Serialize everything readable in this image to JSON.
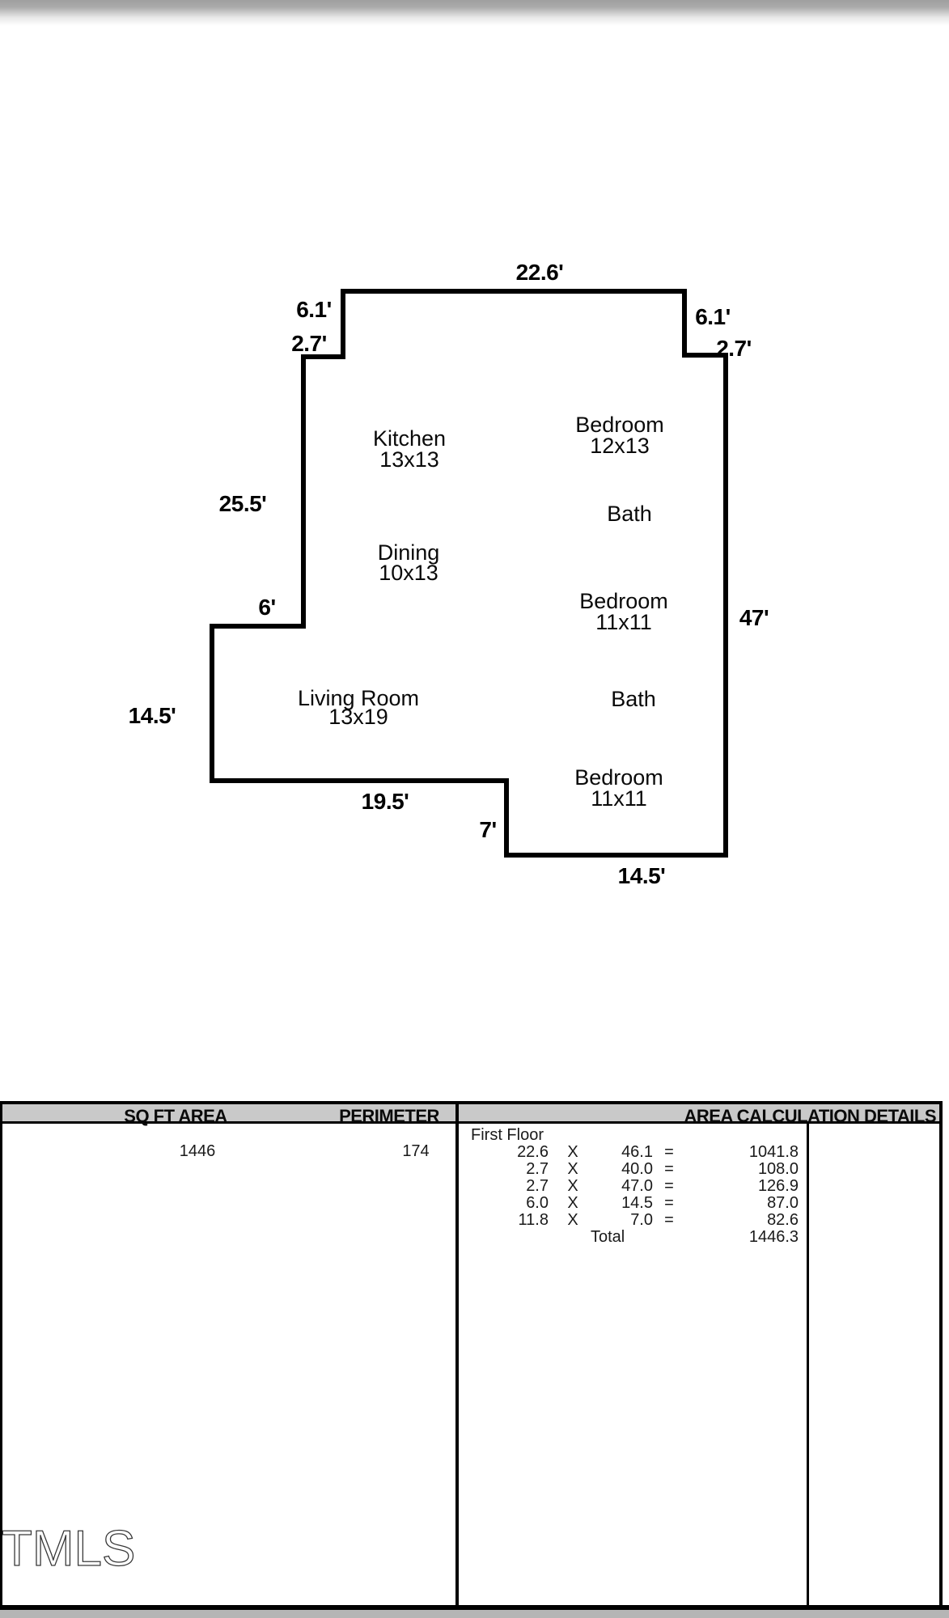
{
  "plan": {
    "dims": {
      "top": "22.6'",
      "left_upper": "6.1'",
      "left_step": "2.7'",
      "right_upper": "6.1'",
      "right_step": "2.7'",
      "left_side": "25.5'",
      "left_notch": "6'",
      "left_lower": "14.5'",
      "bottom_left": "19.5'",
      "notch": "7'",
      "right_side": "47'",
      "bottom_right": "14.5'"
    },
    "rooms": [
      {
        "name": "Kitchen",
        "dims": "13x13"
      },
      {
        "name": "Bedroom",
        "dims": "12x13"
      },
      {
        "name": "Bath"
      },
      {
        "name": "Dining",
        "dims": "10x13"
      },
      {
        "name": "Bedroom",
        "dims": "11x11"
      },
      {
        "name": "Bath"
      },
      {
        "name": "Living Room",
        "dims": "13x19"
      },
      {
        "name": "Bedroom",
        "dims": "11x11"
      }
    ]
  },
  "table": {
    "headers": {
      "sqft": "SQ FT AREA",
      "perimeter": "PERIMETER",
      "details": "AREA CALCULATION DETAILS"
    },
    "sqft_value": "1446",
    "perimeter_value": "174",
    "details": {
      "floor_label": "First Floor",
      "rows": [
        {
          "a": "22.6",
          "op": "X",
          "b": "46.1",
          "eq": "=",
          "result": "1041.8"
        },
        {
          "a": "2.7",
          "op": "X",
          "b": "40.0",
          "eq": "=",
          "result": "108.0"
        },
        {
          "a": "2.7",
          "op": "X",
          "b": "47.0",
          "eq": "=",
          "result": "126.9"
        },
        {
          "a": "6.0",
          "op": "X",
          "b": "14.5",
          "eq": "=",
          "result": "87.0"
        },
        {
          "a": "11.8",
          "op": "X",
          "b": "7.0",
          "eq": "=",
          "result": "82.6"
        }
      ],
      "total_label": "Total",
      "total_value": "1446.3"
    }
  },
  "watermark": "TMLS",
  "colors": {
    "header_gray": "#c9c9c9",
    "bottom_bar_gray": "#b5b5b5",
    "line_black": "#000000"
  }
}
